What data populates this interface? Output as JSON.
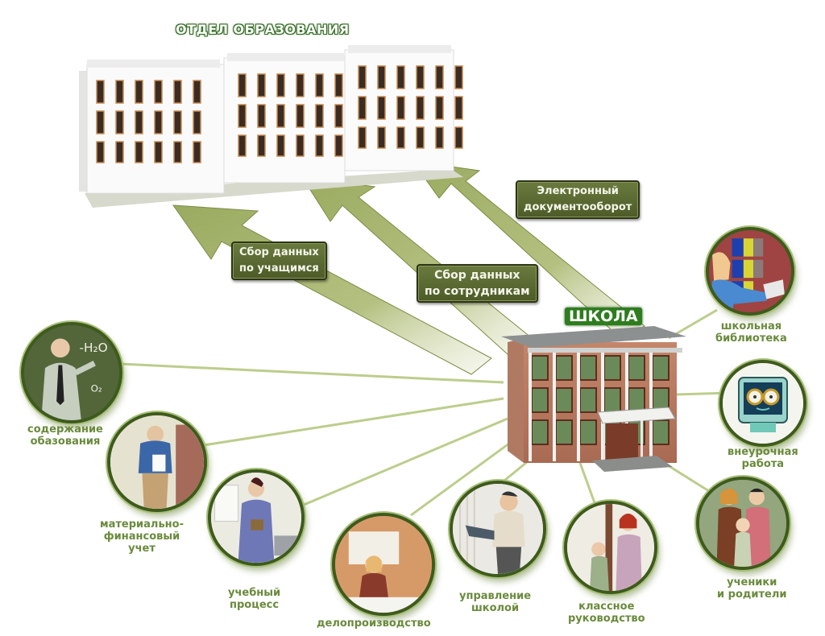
{
  "diagram": {
    "top_title": "ОТДЕЛ ОБРАЗОВАНИЯ",
    "school_title": "ШКОЛА",
    "flows": [
      {
        "id": "students",
        "label_line1": "Сбор данных",
        "label_line2": "по учащимся"
      },
      {
        "id": "staff",
        "label_line1": "Сбор данных",
        "label_line2": "по сотрудникам"
      },
      {
        "id": "docflow",
        "label_line1": "Электронный",
        "label_line2": "документооборот"
      }
    ],
    "nodes": [
      {
        "id": "content",
        "line1": "содержание",
        "line2": "обазования",
        "line3": "",
        "icon": "teacher-at-blackboard-icon"
      },
      {
        "id": "finance",
        "line1": "материально-",
        "line2": "финансовый",
        "line3": "учет",
        "icon": "staff-with-papers-icon"
      },
      {
        "id": "learning",
        "line1": "учебный",
        "line2": "процесс",
        "line3": "",
        "icon": "teacher-with-book-icon"
      },
      {
        "id": "records",
        "line1": "делопроизводство",
        "line2": "",
        "line3": "",
        "icon": "secretary-at-desk-icon"
      },
      {
        "id": "management",
        "line1": "управление",
        "line2": "школой",
        "line3": "",
        "icon": "director-with-laptop-icon"
      },
      {
        "id": "classroom",
        "line1": "классное",
        "line2": "руководство",
        "line3": "",
        "icon": "teacher-with-pupil-icon"
      },
      {
        "id": "family",
        "line1": "ученики",
        "line2": "и родители",
        "line3": "",
        "icon": "family-icon"
      },
      {
        "id": "extracurricular",
        "line1": "внеурочная",
        "line2": "работа",
        "line3": "",
        "icon": "computer-mascot-icon"
      },
      {
        "id": "library",
        "line1": "школьная",
        "line2": "библиотека",
        "line3": "",
        "icon": "librarian-icon"
      }
    ],
    "colors": {
      "arrow": "#a3b06e",
      "label_bg": "#56652e",
      "node_text": "#6a8a3c",
      "connector": "#b9cc88",
      "circle_border": "#3e5a1d",
      "school_badge": "#2e7d1e"
    }
  }
}
